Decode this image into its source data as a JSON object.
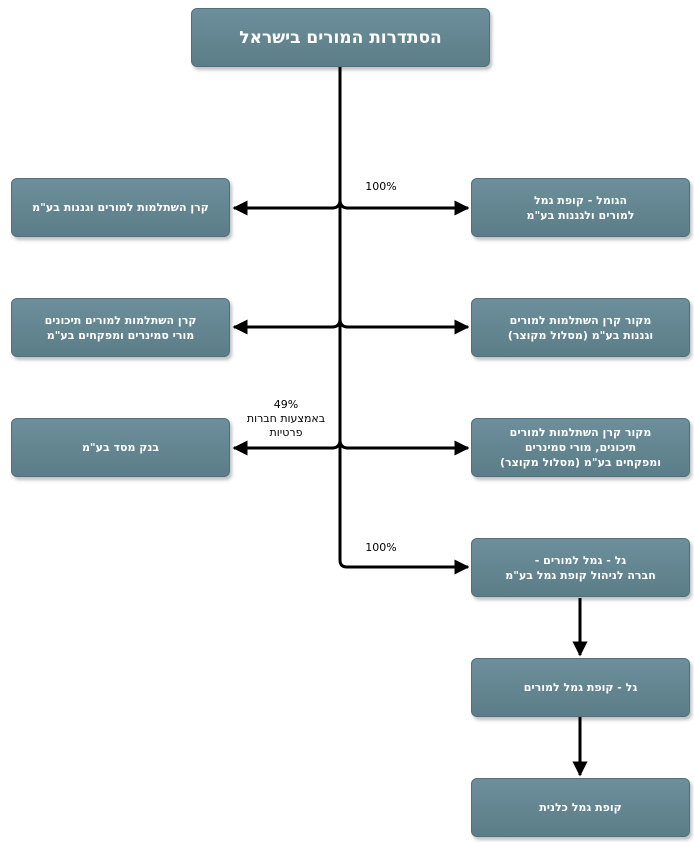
{
  "title": "הסתדרות המורים בישראל",
  "left_boxes": [
    "קרן השתלמות למורים וגננות בע\"מ",
    "קרן השתלמות למורים תיכונים\nמורי סמינרים ומפקחים בע\"מ",
    "בנק מסד בע\"מ"
  ],
  "right_boxes": [
    "הגומל - קופת גמל\nלמורים ולגננות בע\"מ",
    "מקור קרן השתלמות למורים\nוגננות בע\"מ (מסלול מקוצר)",
    "מקור קרן השתלמות למורים\nתיכונים, מורי סמינרים\nומפקחים בע\"מ (מסלול מקוצר)",
    "גל - גמל למורים -\nחברה לניהול קופת גמל בע\"מ"
  ],
  "chain_boxes": [
    "גל - קופת גמל למורים",
    "קופת גמל כלנית"
  ],
  "labels": {
    "pct_top": "100%",
    "bank_stake": "49%\nבאמצעות חברות\nפרטיות",
    "pct_bottom": "100%"
  },
  "colors": {
    "box_fill": "#6d8f9b",
    "box_border": "#4f707b",
    "text": "#ffffff",
    "line": "#000000"
  }
}
